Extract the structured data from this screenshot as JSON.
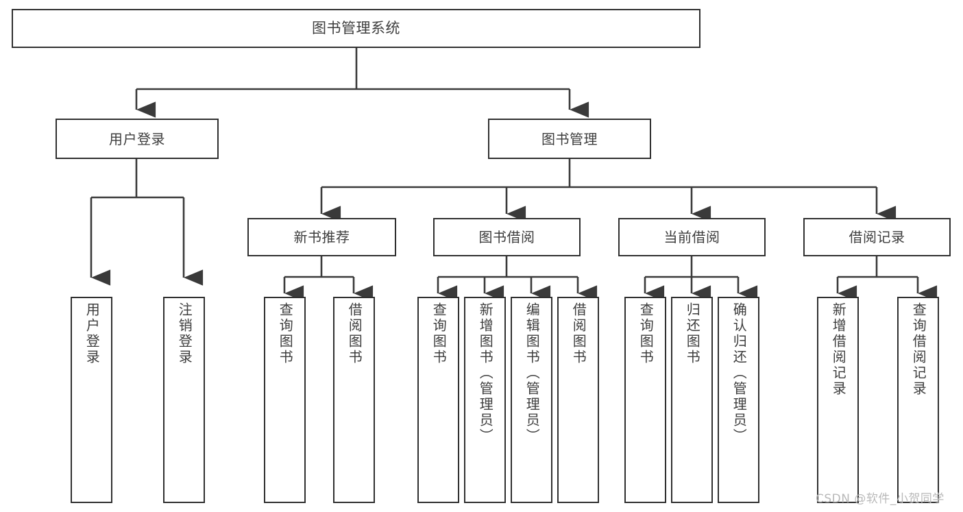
{
  "diagram": {
    "title": "图书管理系统",
    "type": "tree-hierarchy",
    "watermark": "CSDN @软件_小贺同学",
    "colors": {
      "box_border": "#2f2f2f",
      "box_fill": "#ffffff",
      "connector": "#3a3a3a",
      "text": "#3d3d3d",
      "watermark": "#b9b9b9"
    },
    "root": {
      "label": "图书管理系统"
    },
    "level1": [
      {
        "label": "用户登录"
      },
      {
        "label": "图书管理"
      }
    ],
    "level2": [
      {
        "label": "新书推荐"
      },
      {
        "label": "图书借阅"
      },
      {
        "label": "当前借阅"
      },
      {
        "label": "借阅记录"
      }
    ],
    "leaves": {
      "user_login": [
        {
          "label": "用户登录"
        },
        {
          "label": "注销登录"
        }
      ],
      "new_book_recommend": [
        {
          "label": "查询图书"
        },
        {
          "label": "借阅图书"
        }
      ],
      "book_borrow": [
        {
          "label": "查询图书"
        },
        {
          "label": "新增图书（管理员）"
        },
        {
          "label": "编辑图书（管理员）"
        },
        {
          "label": "借阅图书"
        }
      ],
      "current_borrow": [
        {
          "label": "查询图书"
        },
        {
          "label": "归还图书"
        },
        {
          "label": "确认归还（管理员）"
        }
      ],
      "borrow_record": [
        {
          "label": "新增借阅记录"
        },
        {
          "label": "查询借阅记录"
        }
      ]
    }
  }
}
